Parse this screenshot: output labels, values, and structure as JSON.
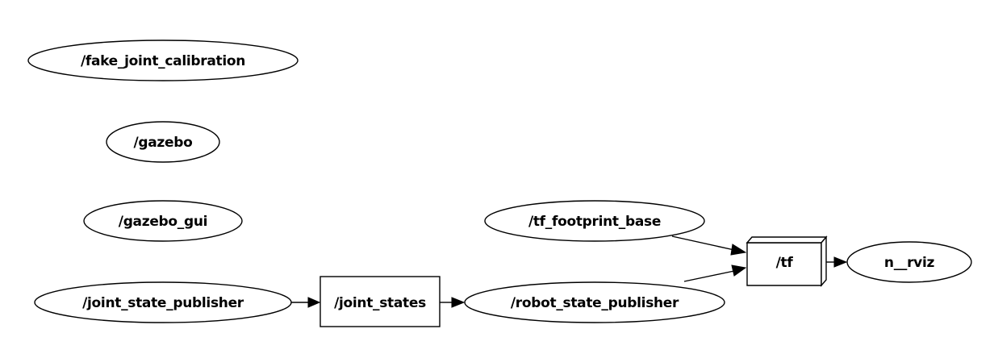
{
  "graph": {
    "nodes": {
      "fake_joint_calibration": {
        "label": "/fake_joint_calibration",
        "kind": "node"
      },
      "gazebo": {
        "label": "/gazebo",
        "kind": "node"
      },
      "gazebo_gui": {
        "label": "/gazebo_gui",
        "kind": "node"
      },
      "joint_state_publisher": {
        "label": "/joint_state_publisher",
        "kind": "node"
      },
      "joint_states": {
        "label": "/joint_states",
        "kind": "topic"
      },
      "robot_state_publisher": {
        "label": "/robot_state_publisher",
        "kind": "node"
      },
      "tf_footprint_base": {
        "label": "/tf_footprint_base",
        "kind": "node"
      },
      "tf": {
        "label": "/tf",
        "kind": "topic-3d"
      },
      "n_rviz": {
        "label": "n__rviz",
        "kind": "node"
      }
    },
    "edges": [
      {
        "from": "joint_state_publisher",
        "to": "joint_states"
      },
      {
        "from": "joint_states",
        "to": "robot_state_publisher"
      },
      {
        "from": "tf_footprint_base",
        "to": "tf"
      },
      {
        "from": "robot_state_publisher",
        "to": "tf"
      },
      {
        "from": "tf",
        "to": "n_rviz"
      }
    ]
  }
}
